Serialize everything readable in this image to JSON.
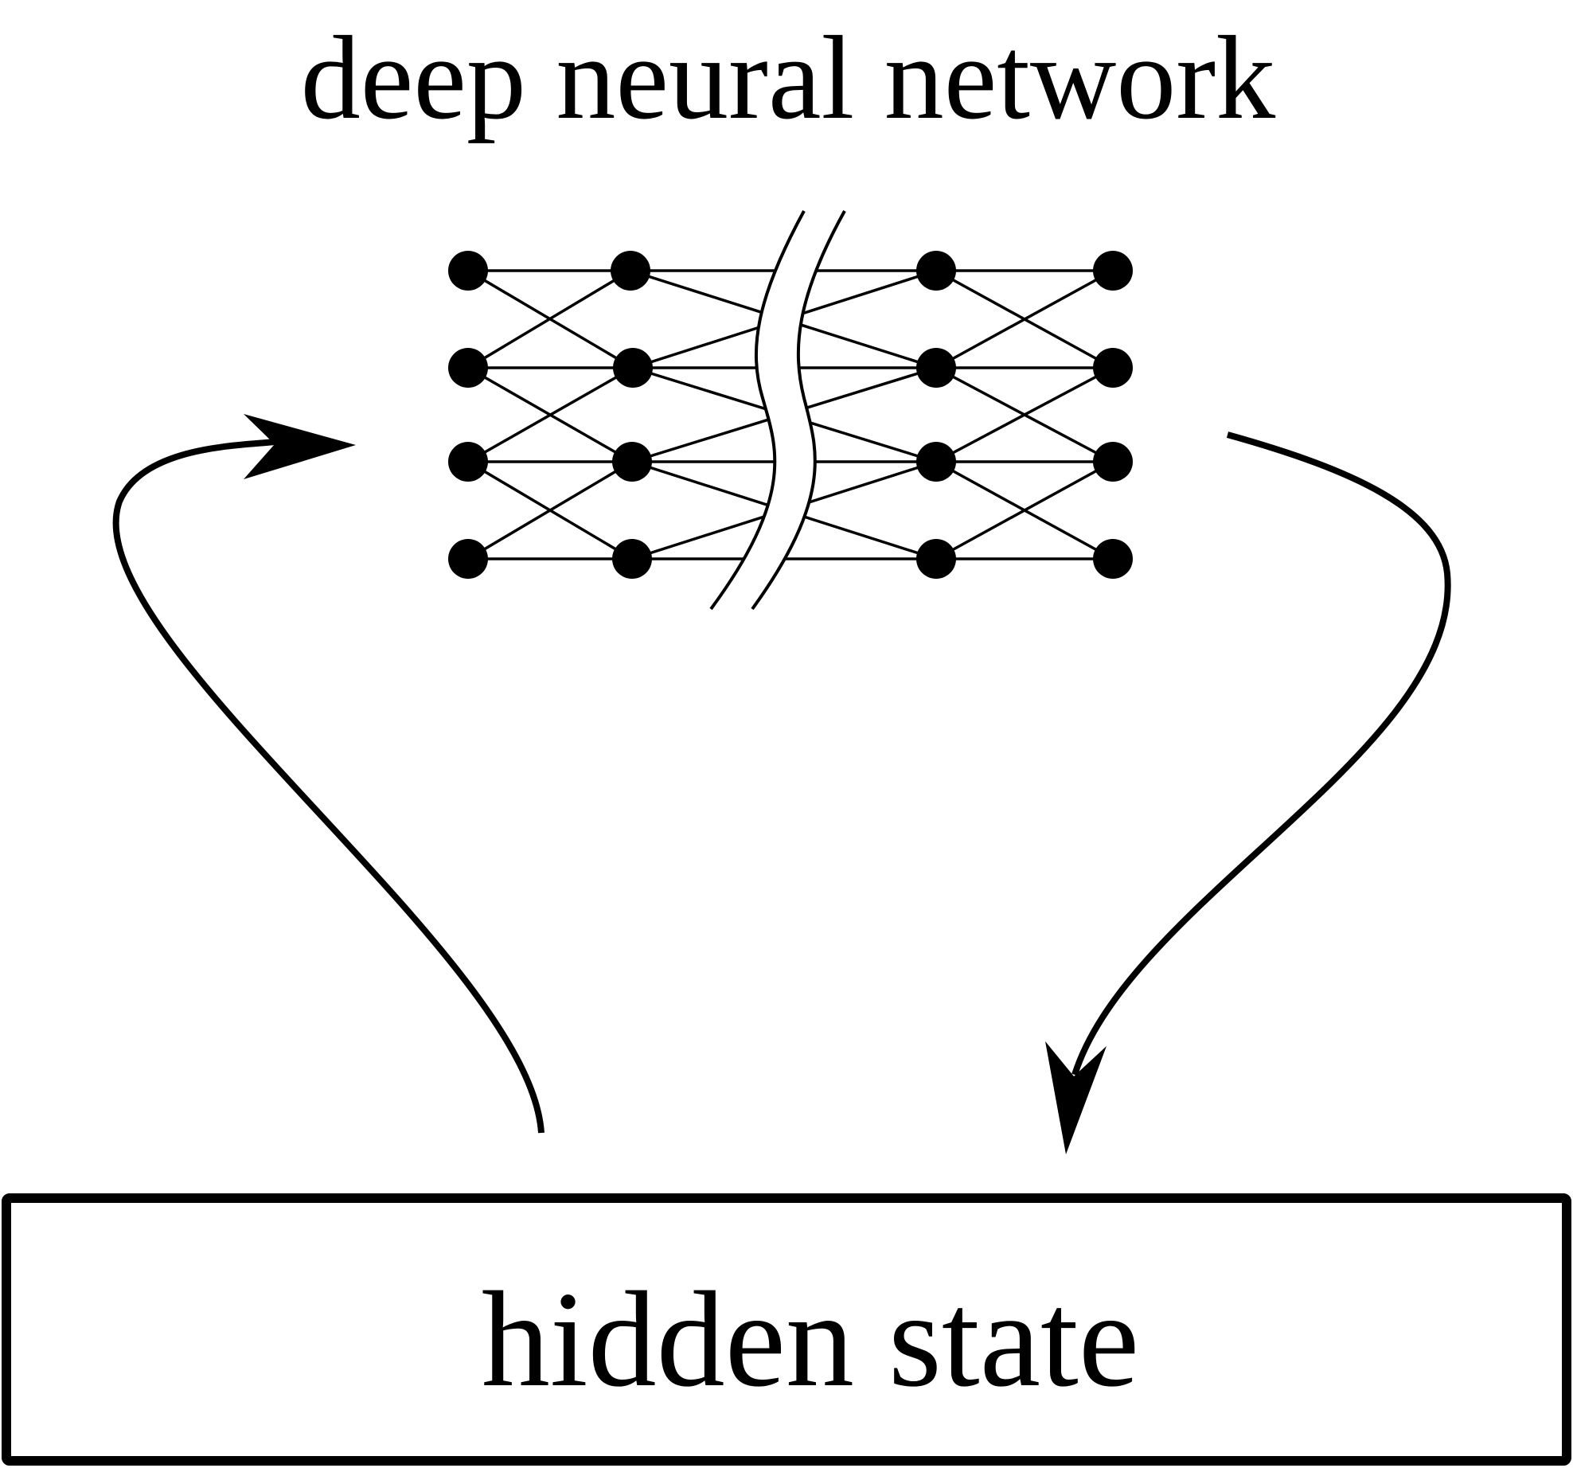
{
  "title": "deep neural network",
  "box_label": "hidden state",
  "colors": {
    "ink": "#000000",
    "background": "#ffffff"
  },
  "network": {
    "columns_left_of_break": 2,
    "columns_right_of_break": 2,
    "nodes_per_column": 4
  }
}
